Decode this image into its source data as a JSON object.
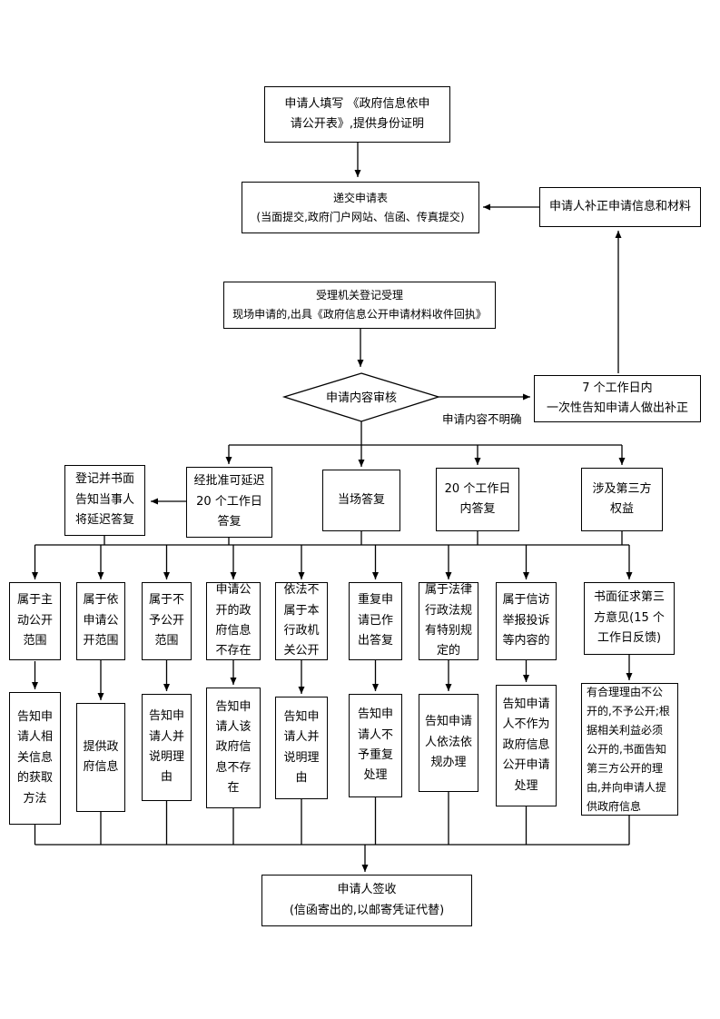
{
  "page": {
    "background": "#ffffff",
    "line_color": "#000000",
    "text_color": "#000000"
  },
  "nodes": {
    "fill_form": "申请人填写 《政府信息依申\n请公开表》,提供身份证明",
    "submit": "递交申请表\n(当面提交,政府门户网站、信函、传真提交)",
    "correct": "申请人补正申请信息和材料",
    "accept": "受理机关登记受理\n现场申请的,出具《政府信息公开申请材料收件回执》",
    "review": "申请内容审核",
    "unclear_label": "申请内容不明确",
    "notify_supplement": "7 个工作日内\n一次性告知申请人做出补正",
    "delay_register": "登记并书面告知当事人将延迟答复",
    "sign": "申请人签收\n(信函寄出的,以邮寄凭证代替)"
  },
  "level1": [
    "经批准可延迟 20 个工作日答复",
    "当场答复",
    "20 个工作日内答复",
    "涉及第三方权益"
  ],
  "level2": [
    "属于主动公开范围",
    "属于依申请公开范围",
    "属于不予公开范围",
    "申请公开的政府信息不存在",
    "依法不属于本行政机关公开",
    "重复申请已作出答复",
    "属于法律行政法规有特别规定的",
    "属于信访举报投诉等内容的",
    "书面征求第三方意见(15 个工作日反馈)"
  ],
  "level3": [
    "告知申请人相关信息的获取方法",
    "提供政府信息",
    "告知申请人并说明理由",
    "告知申请人该政府信息不存在",
    "告知申请人并说明理由",
    "告知申请人不予重复处理",
    "告知申请人依法依规办理",
    "告知申请人不作为政府信息公开申请处理",
    "有合理理由不公开的,不予公开;根据相关利益必须公开的,书面告知第三方公开的理由,并向申请人提供政府信息"
  ]
}
